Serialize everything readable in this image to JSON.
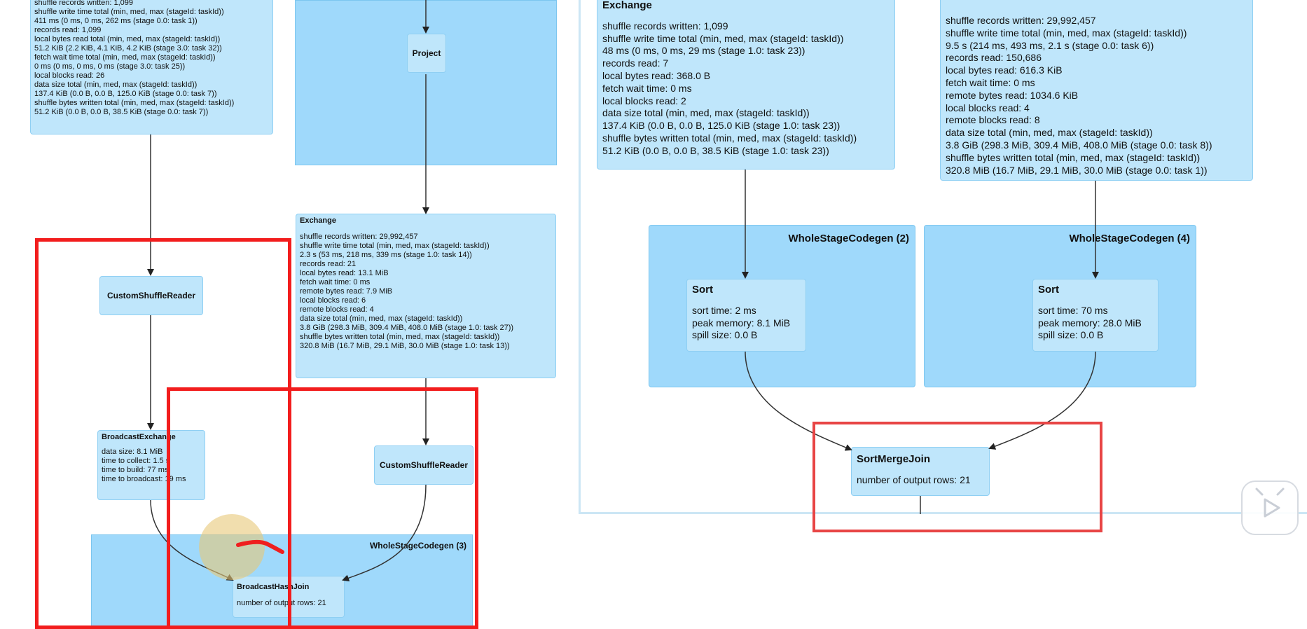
{
  "left": {
    "top_node_lines": [
      "shuffle records written: 1,099",
      "shuffle write time total (min, med, max (stageId: taskId))",
      "411 ms (0 ms, 0 ms, 262 ms (stage 0.0: task 1))",
      "records read: 1,099",
      "local bytes read total (min, med, max (stageId: taskId))",
      "51.2 KiB (2.2 KiB, 4.1 KiB, 4.2 KiB (stage 3.0: task 32))",
      "fetch wait time total (min, med, max (stageId: taskId))",
      "0 ms (0 ms, 0 ms, 0 ms (stage 3.0: task 25))",
      "local blocks read: 26",
      "data size total (min, med, max (stageId: taskId))",
      "137.4 KiB (0.0 B, 0.0 B, 125.0 KiB (stage 0.0: task 7))",
      "shuffle bytes written total (min, med, max (stageId: taskId))",
      "51.2 KiB (0.0 B, 0.0 B, 38.5 KiB (stage 0.0: task 7))"
    ],
    "project": "Project",
    "exchange": {
      "title": "Exchange",
      "lines": [
        "shuffle records written: 29,992,457",
        "shuffle write time total (min, med, max (stageId: taskId))",
        "2.3 s (53 ms, 218 ms, 339 ms (stage 1.0: task 14))",
        "records read: 21",
        "local bytes read: 13.1 MiB",
        "fetch wait time: 0 ms",
        "remote bytes read: 7.9 MiB",
        "local blocks read: 6",
        "remote blocks read: 4",
        "data size total (min, med, max (stageId: taskId))",
        "3.8 GiB (298.3 MiB, 309.4 MiB, 408.0 MiB (stage 1.0: task 27))",
        "shuffle bytes written total (min, med, max (stageId: taskId))",
        "320.8 MiB (16.7 MiB, 29.1 MiB, 30.0 MiB (stage 1.0: task 13))"
      ]
    },
    "custom_reader_1": "CustomShuffleReader",
    "custom_reader_2": "CustomShuffleReader",
    "broadcast_exchange": {
      "title": "BroadcastExchange",
      "lines": [
        "data size: 8.1 MiB",
        "time to collect: 1.5 s",
        "time to build: 77 ms",
        "time to broadcast: 19 ms"
      ]
    },
    "wsc3_title": "WholeStageCodegen (3)",
    "bhj": {
      "title": "BroadcastHashJoin",
      "lines": [
        "number of output rows: 21"
      ]
    }
  },
  "right": {
    "exchange_left": {
      "title": "Exchange",
      "lines": [
        "shuffle records written: 1,099",
        "shuffle write time total (min, med, max (stageId: taskId))",
        "48 ms (0 ms, 0 ms, 29 ms (stage 1.0: task 23))",
        "records read: 7",
        "local bytes read: 368.0 B",
        "fetch wait time: 0 ms",
        "local blocks read: 2",
        "data size total (min, med, max (stageId: taskId))",
        "137.4 KiB (0.0 B, 0.0 B, 125.0 KiB (stage 1.0: task 23))",
        "shuffle bytes written total (min, med, max (stageId: taskId))",
        "51.2 KiB (0.0 B, 0.0 B, 38.5 KiB (stage 1.0: task 23))"
      ]
    },
    "exchange_right": {
      "lines": [
        "shuffle records written: 29,992,457",
        "shuffle write time total (min, med, max (stageId: taskId))",
        "9.5 s (214 ms, 493 ms, 2.1 s (stage 0.0: task 6))",
        "records read: 150,686",
        "local bytes read: 616.3 KiB",
        "fetch wait time: 0 ms",
        "remote bytes read: 1034.6 KiB",
        "local blocks read: 4",
        "remote blocks read: 8",
        "data size total (min, med, max (stageId: taskId))",
        "3.8 GiB (298.3 MiB, 309.4 MiB, 408.0 MiB (stage 0.0: task 8))",
        "shuffle bytes written total (min, med, max (stageId: taskId))",
        "320.8 MiB (16.7 MiB, 29.1 MiB, 30.0 MiB (stage 0.0: task 1))"
      ]
    },
    "wsc2_title": "WholeStageCodegen (2)",
    "wsc4_title": "WholeStageCodegen (4)",
    "sort_left": {
      "title": "Sort",
      "lines": [
        "sort time: 2 ms",
        "peak memory: 8.1 MiB",
        "spill size: 0.0 B"
      ]
    },
    "sort_right": {
      "title": "Sort",
      "lines": [
        "sort time: 70 ms",
        "peak memory: 28.0 MiB",
        "spill size: 0.0 B"
      ]
    },
    "smj": {
      "title": "SortMergeJoin",
      "lines": [
        "number of output rows: 21"
      ]
    }
  },
  "colors": {
    "node_fill": "#bfe6fb",
    "cluster_fill": "#9fd9fb",
    "annotation_red": "#f21d1d"
  },
  "icons": [
    "play-button-icon"
  ]
}
